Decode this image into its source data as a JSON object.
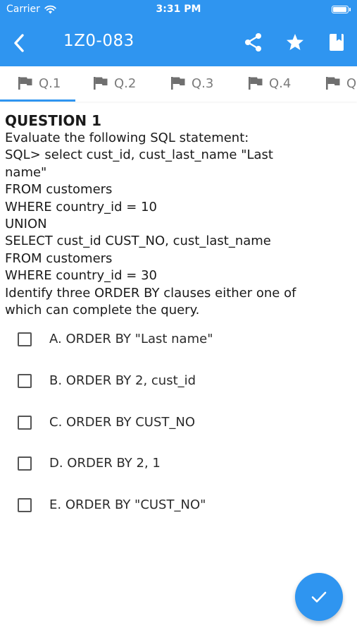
{
  "status_bar": {
    "carrier": "Carrier",
    "time": "3:31 PM",
    "battery_level": 1.0
  },
  "app_bar": {
    "title": "1Z0-083",
    "icons": [
      "back-chevron-icon",
      "share-icon",
      "star-icon",
      "bookmark-icon"
    ]
  },
  "tabs": [
    {
      "label": "Q.1",
      "icon": "flag-icon",
      "selected": true
    },
    {
      "label": "Q.2",
      "icon": "flag-icon",
      "selected": false
    },
    {
      "label": "Q.3",
      "icon": "flag-icon",
      "selected": false
    },
    {
      "label": "Q.4",
      "icon": "flag-icon",
      "selected": false
    },
    {
      "label": "Q",
      "icon": "flag-icon",
      "selected": false
    }
  ],
  "question": {
    "heading": "QUESTION 1",
    "lines": [
      "Evaluate the following SQL statement:",
      "SQL> select cust_id, cust_last_name \"Last",
      "name\"",
      "FROM customers",
      "WHERE country_id = 10",
      "UNION",
      "SELECT cust_id CUST_NO, cust_last_name",
      "FROM customers",
      "WHERE country_id = 30",
      "Identify three ORDER BY clauses either one of",
      "which can complete the query."
    ]
  },
  "options": [
    {
      "label": "A.  ORDER BY \"Last name\"",
      "checked": false
    },
    {
      "label": "B.  ORDER BY 2, cust_id",
      "checked": false
    },
    {
      "label": "C.  ORDER BY CUST_NO",
      "checked": false
    },
    {
      "label": "D.  ORDER BY 2, 1",
      "checked": false
    },
    {
      "label": "E.  ORDER BY \"CUST_NO\"",
      "checked": false
    }
  ],
  "fab": {
    "icon": "checkmark-icon"
  },
  "colors": {
    "primary": "#2f95f0",
    "tab_text": "#7b7b7b",
    "text": "#1a1a1a",
    "checkbox_border": "#555555"
  }
}
